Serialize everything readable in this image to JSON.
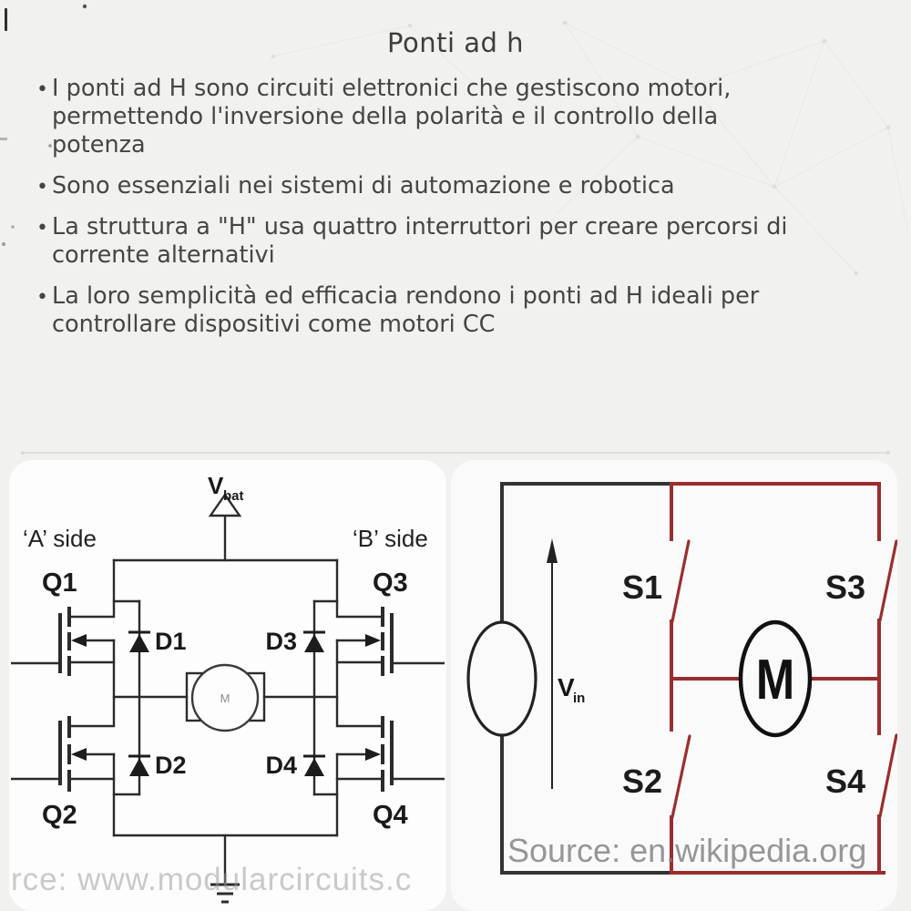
{
  "title": "Ponti ad h",
  "bullets": [
    {
      "lines": [
        "I ponti ad H sono circuiti elettronici che gestiscono motori,",
        "permettendo l'inversione della polarità e il controllo della",
        "potenza"
      ]
    },
    {
      "lines": [
        "Sono essenziali nei sistemi di automazione e robotica"
      ]
    },
    {
      "lines": [
        "La struttura a \"H\" usa quattro interruttori per creare percorsi di",
        "corrente alternativi"
      ]
    },
    {
      "lines": [
        "La loro semplicità ed efficacia rendono i ponti ad H ideali per",
        "controllare dispositivi come motori CC"
      ]
    }
  ],
  "left_diagram": {
    "supply_label": "V",
    "supply_sub": "bat",
    "side_a": "‘A’ side",
    "side_b": "‘B’ side",
    "transistors": [
      "Q1",
      "Q2",
      "Q3",
      "Q4"
    ],
    "diodes": [
      "D1",
      "D2",
      "D3",
      "D4"
    ],
    "motor_label": "M",
    "watermark": "rce: www.modularcircuits.c"
  },
  "right_diagram": {
    "input_label": "V",
    "input_sub": "in",
    "switches": [
      "S1",
      "S2",
      "S3",
      "S4"
    ],
    "motor_label": "M",
    "source_text": "Source: en.wikipedia.org"
  },
  "colors": {
    "wire_red": "#9b2d30",
    "wire_dark": "#333333",
    "circuit_ink": "#2b2b2b",
    "body_text": "#454545",
    "watermark_gray": "#9a9a9a"
  }
}
